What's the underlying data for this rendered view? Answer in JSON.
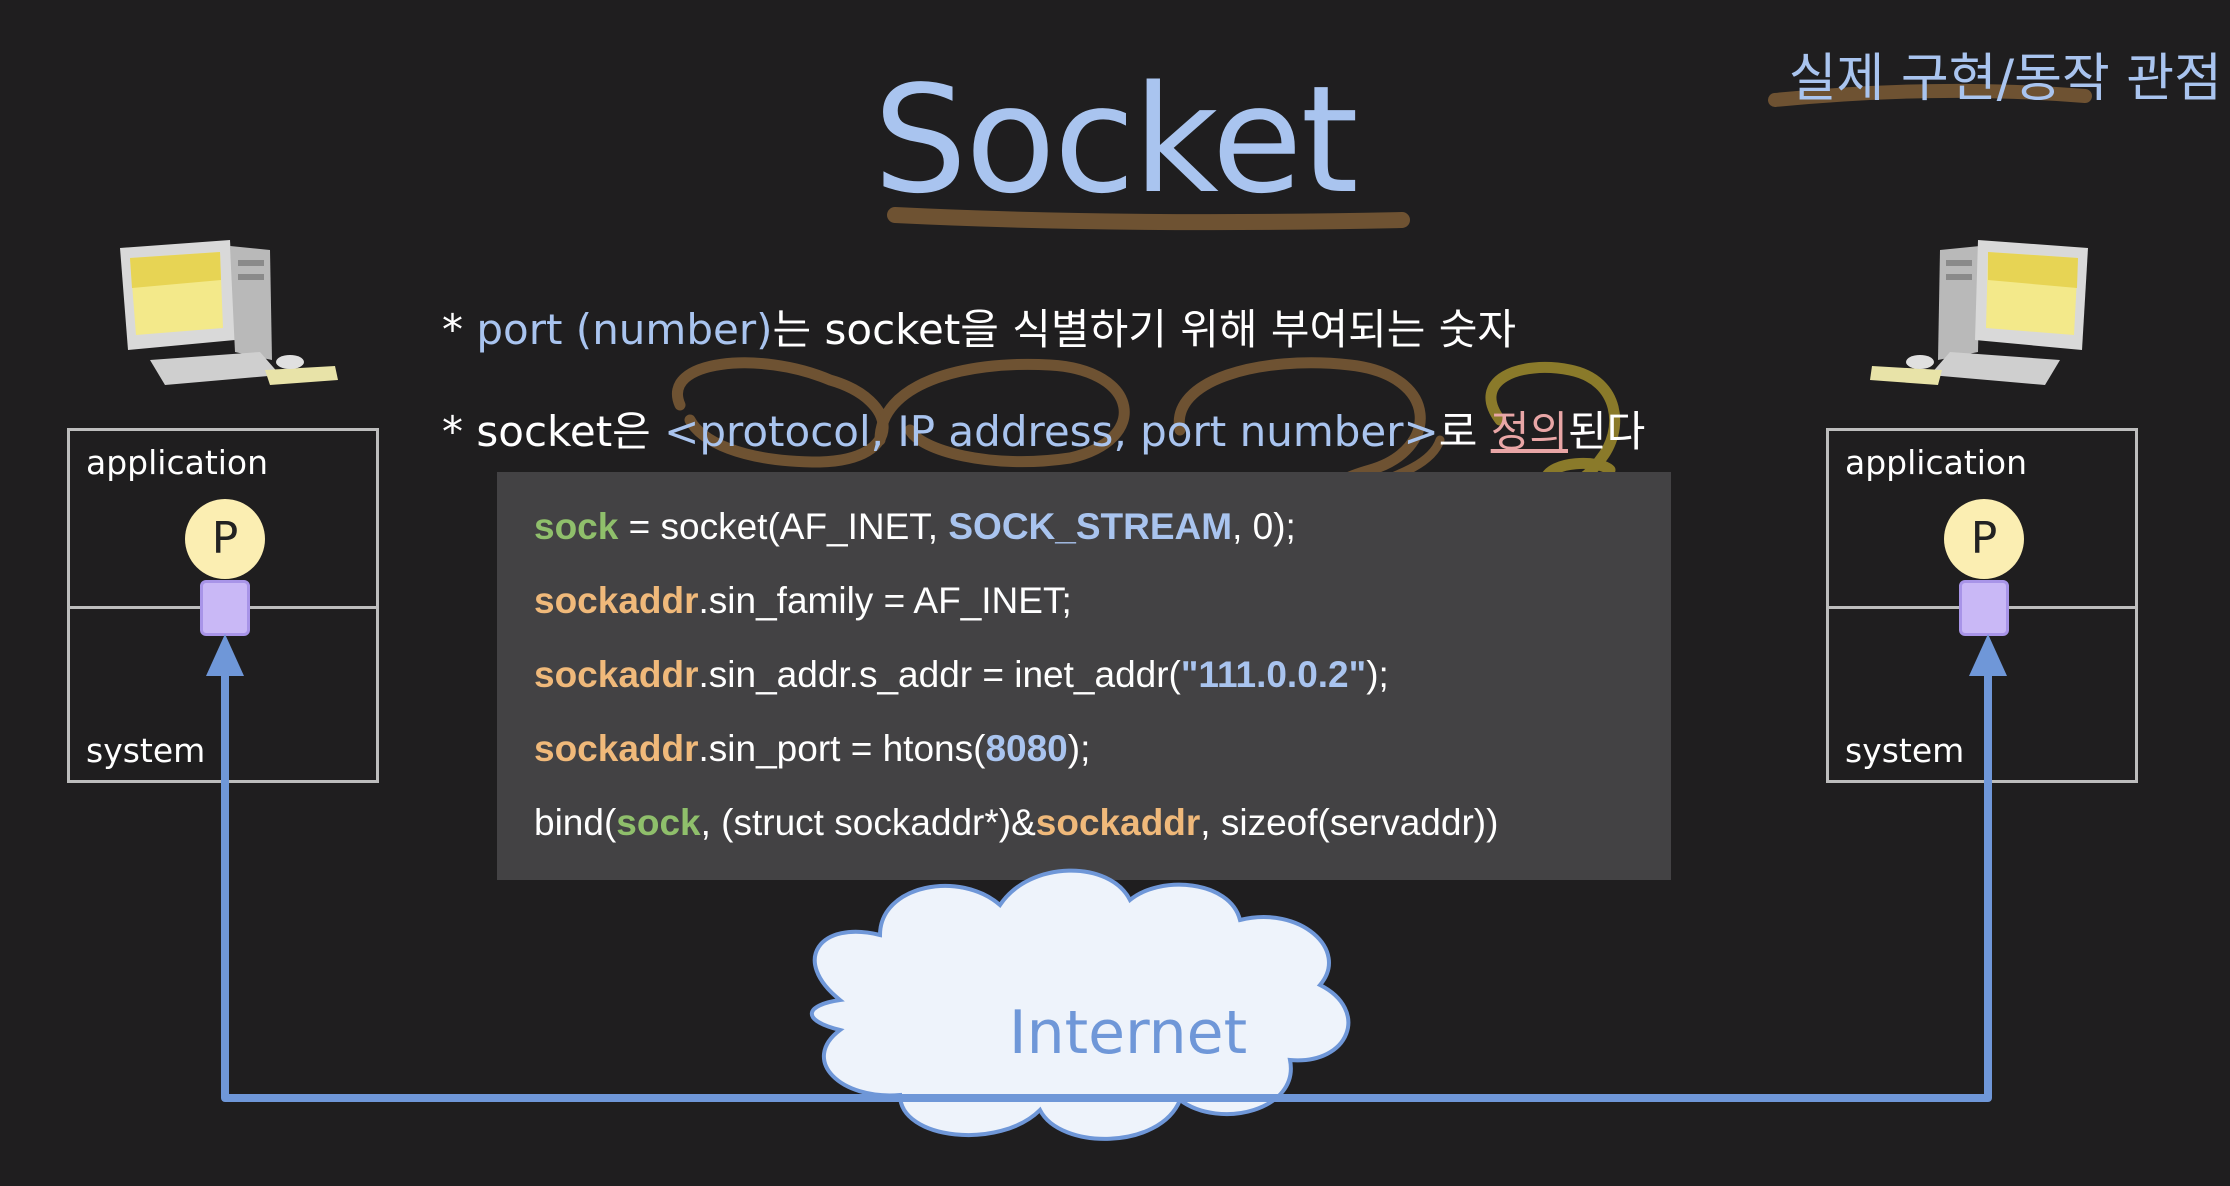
{
  "title": "Socket",
  "perspective_note": "실제 구현/동작 관점",
  "bullet1": {
    "star": "*",
    "port": "port (number)",
    "rest": "는 socket을 식별하기 위해 부여되는 숫자"
  },
  "bullet2": {
    "star": "*",
    "socket": "socket은 ",
    "tuple": "<protocol, IP address, port number>",
    "ro": "로 ",
    "defined": "정의",
    "end": "된다"
  },
  "code": [
    {
      "var": "sock",
      "rest1": " = socket(AF_INET, ",
      "kw": "SOCK_STREAM",
      "rest2": ", 0);"
    },
    {
      "var": "sockaddr",
      "rest1": ".sin_family = AF_INET;"
    },
    {
      "var": "sockaddr",
      "rest1": ".sin_addr.s_addr = inet_addr(",
      "kw": "\"111.0.0.2\"",
      "rest2": ");"
    },
    {
      "var": "sockaddr",
      "rest1": ".sin_port = htons(",
      "kw": "8080",
      "rest2": ");"
    },
    {
      "pre": "bind(",
      "var": "sock",
      "rest1": ", (struct sockaddr*)&",
      "var2": "sockaddr",
      "rest2": ", sizeof(servaddr))"
    }
  ],
  "hosts": [
    {
      "app_label": "application",
      "sys_label": "system",
      "process": "P"
    },
    {
      "app_label": "application",
      "sys_label": "system",
      "process": "P"
    }
  ],
  "network_label": "Internet",
  "colors": {
    "background": "#1f1e1f",
    "accent_blue": "#a9c4ef",
    "arrow_blue": "#6f97d8",
    "annotation_brown": "#6e5232",
    "annotation_yellow": "#8a7a2a",
    "var_green": "#8fbf6b",
    "var_orange": "#f0b97a"
  },
  "icons": [
    "computer-icon",
    "cloud-icon"
  ]
}
